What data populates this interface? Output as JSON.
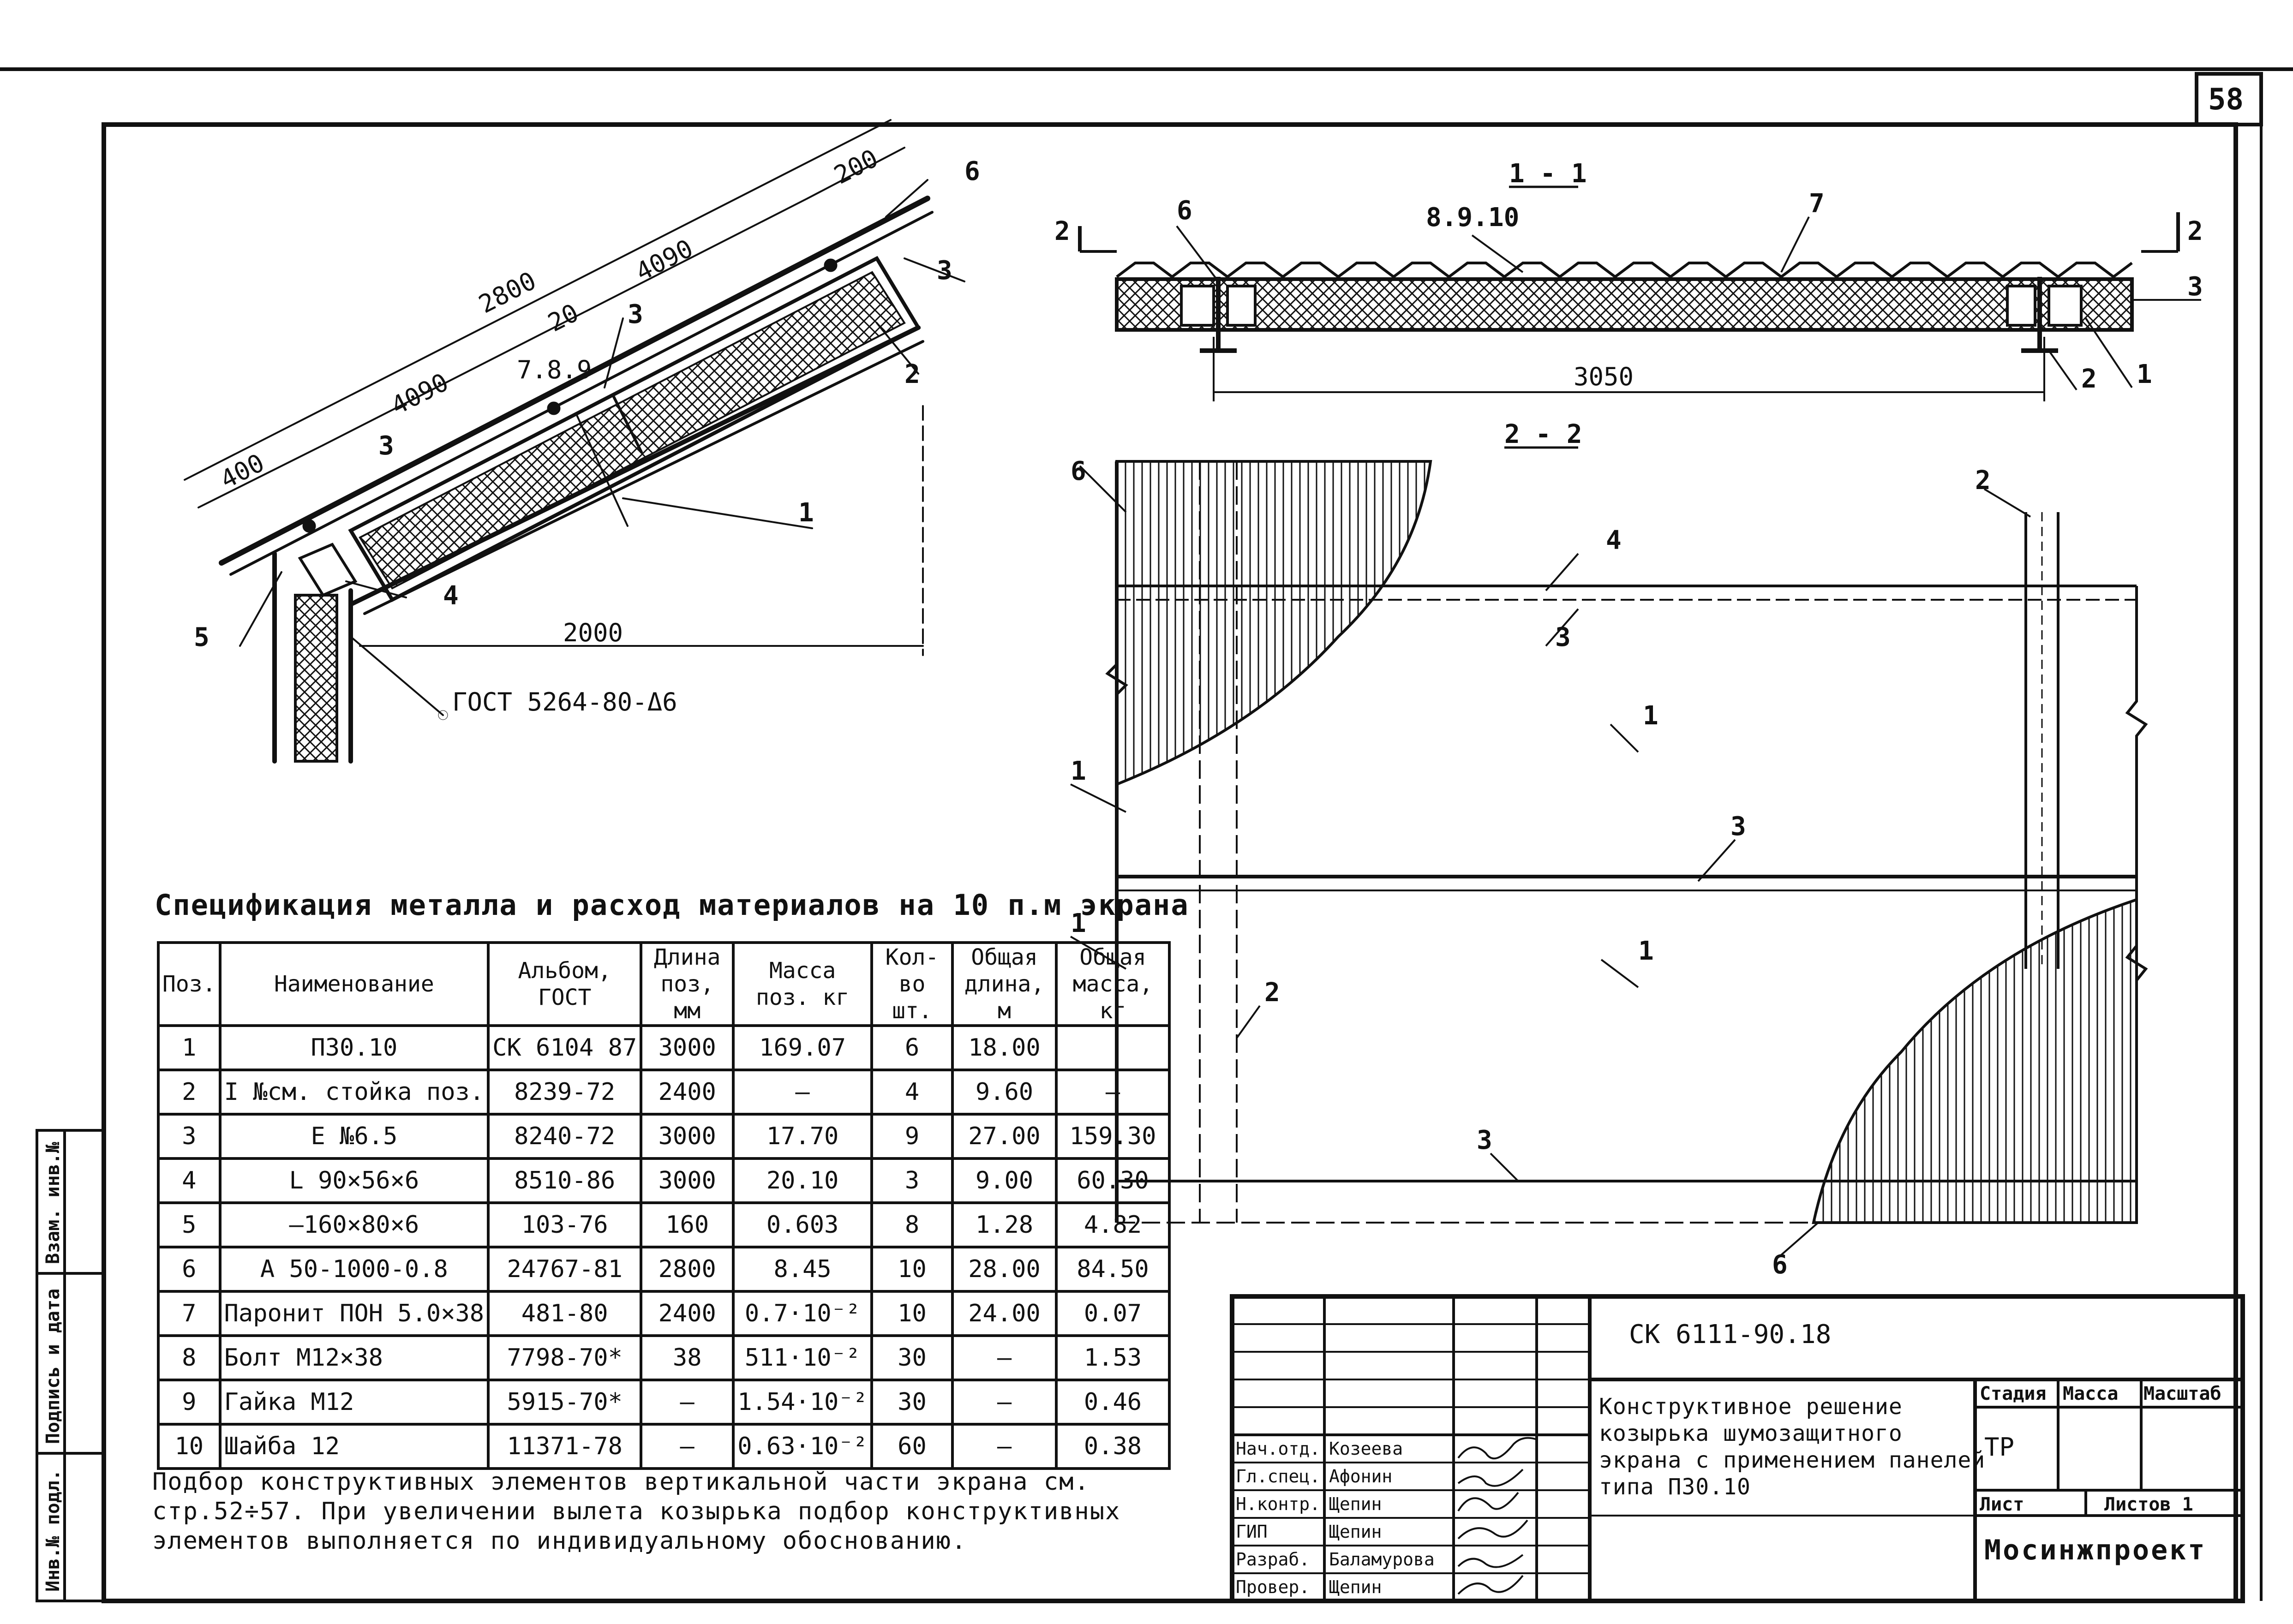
{
  "page_number": "58",
  "drawing": {
    "labels": {
      "section_1_1": "1 - 1",
      "section_2_2": "2 - 2",
      "cut_mark_left": "2",
      "cut_mark_right": "2"
    },
    "side_view_dims": {
      "d2800": "2800",
      "d4090a": "4090",
      "d4090b": "4090",
      "d400": "400",
      "d200": "200",
      "d20": "20",
      "d789": "7.8.9",
      "d2000": "2000",
      "gost_weld": "ГОСТ 5264-80-Δ6",
      "pos3a": "3",
      "pos3b": "3",
      "pos3c": "3",
      "pos6": "6",
      "pos2": "2",
      "pos1": "1",
      "pos4": "4",
      "pos5": "5"
    },
    "section_1_1_dims": {
      "d3050": "3050",
      "pos6": "6",
      "pos8910": "8.9.10",
      "pos7": "7",
      "pos3": "3",
      "pos1": "1",
      "pos2": "2"
    },
    "section_2_2_labels": {
      "pos6a": "6",
      "pos6b": "6",
      "pos4": "4",
      "pos3a": "3",
      "pos3b": "3",
      "pos3c": "3",
      "pos2a": "2",
      "pos2b": "2",
      "pos1a": "1",
      "pos1b": "1",
      "pos1c": "1",
      "pos1d": "1"
    }
  },
  "spec": {
    "title": "Спецификация металла и расход материалов на 10 п.м экрана",
    "headers": [
      "Поз.",
      "Наименование",
      "Альбом, ГОСТ",
      "Длина поз, мм",
      "Масса поз. кг",
      "Кол-во шт.",
      "Общая длина, м",
      "Общая масса, кг"
    ],
    "rows": [
      [
        "1",
        "П30.10",
        "СК 6104 87",
        "3000",
        "169.07",
        "6",
        "18.00",
        ""
      ],
      [
        "2",
        "I №см. стойка поз.",
        "8239-72",
        "2400",
        "—",
        "4",
        "9.60",
        "—"
      ],
      [
        "3",
        "Е №6.5",
        "8240-72",
        "3000",
        "17.70",
        "9",
        "27.00",
        "159.30"
      ],
      [
        "4",
        "L 90×56×6",
        "8510-86",
        "3000",
        "20.10",
        "3",
        "9.00",
        "60.30"
      ],
      [
        "5",
        "—160×80×6",
        "103-76",
        "160",
        "0.603",
        "8",
        "1.28",
        "4.82"
      ],
      [
        "6",
        "А 50-1000-0.8",
        "24767-81",
        "2800",
        "8.45",
        "10",
        "28.00",
        "84.50"
      ],
      [
        "7",
        "Паронит ПОН 5.0×38",
        "481-80",
        "2400",
        "0.7·10⁻²",
        "10",
        "24.00",
        "0.07"
      ],
      [
        "8",
        "Болт М12×38",
        "7798-70*",
        "38",
        "511·10⁻²",
        "30",
        "—",
        "1.53"
      ],
      [
        "9",
        "Гайка М12",
        "5915-70*",
        "—",
        "1.54·10⁻²",
        "30",
        "—",
        "0.46"
      ],
      [
        "10",
        "Шайба 12",
        "11371-78",
        "—",
        "0.63·10⁻²",
        "60",
        "—",
        "0.38"
      ]
    ],
    "note": "Подбор конструктивных элементов вертикальной части экрана см. стр.52÷57. При увеличении вылета козырька подбор конструктивных элементов выполняется по индивидуальному обоснованию."
  },
  "title_block": {
    "code": "СК 6111-90.18",
    "title": "Конструктивное решение козырька шумозащитного экрана с применением панелей типа П30.10",
    "stage_header": "Стадия",
    "mass_header": "Масса",
    "scale_header": "Масштаб",
    "stage": "ТР",
    "sheet_header": "Лист",
    "sheets_header": "Листов 1",
    "organization": "Мосинжпроект",
    "staff": [
      {
        "role": "Нач.отд.",
        "name": "Козеева"
      },
      {
        "role": "Гл.спец.",
        "name": "Афонин"
      },
      {
        "role": "Н.контр.",
        "name": "Щепин"
      },
      {
        "role": "ГИП",
        "name": "Щепин"
      },
      {
        "role": "Разраб.",
        "name": "Баламурова"
      },
      {
        "role": "Провер.",
        "name": "Щепин"
      }
    ]
  },
  "side_stamp": {
    "inv_podl": "Инв.№ подл.",
    "podpis": "Подпись и дата",
    "vzam": "Взам. инв.№"
  }
}
